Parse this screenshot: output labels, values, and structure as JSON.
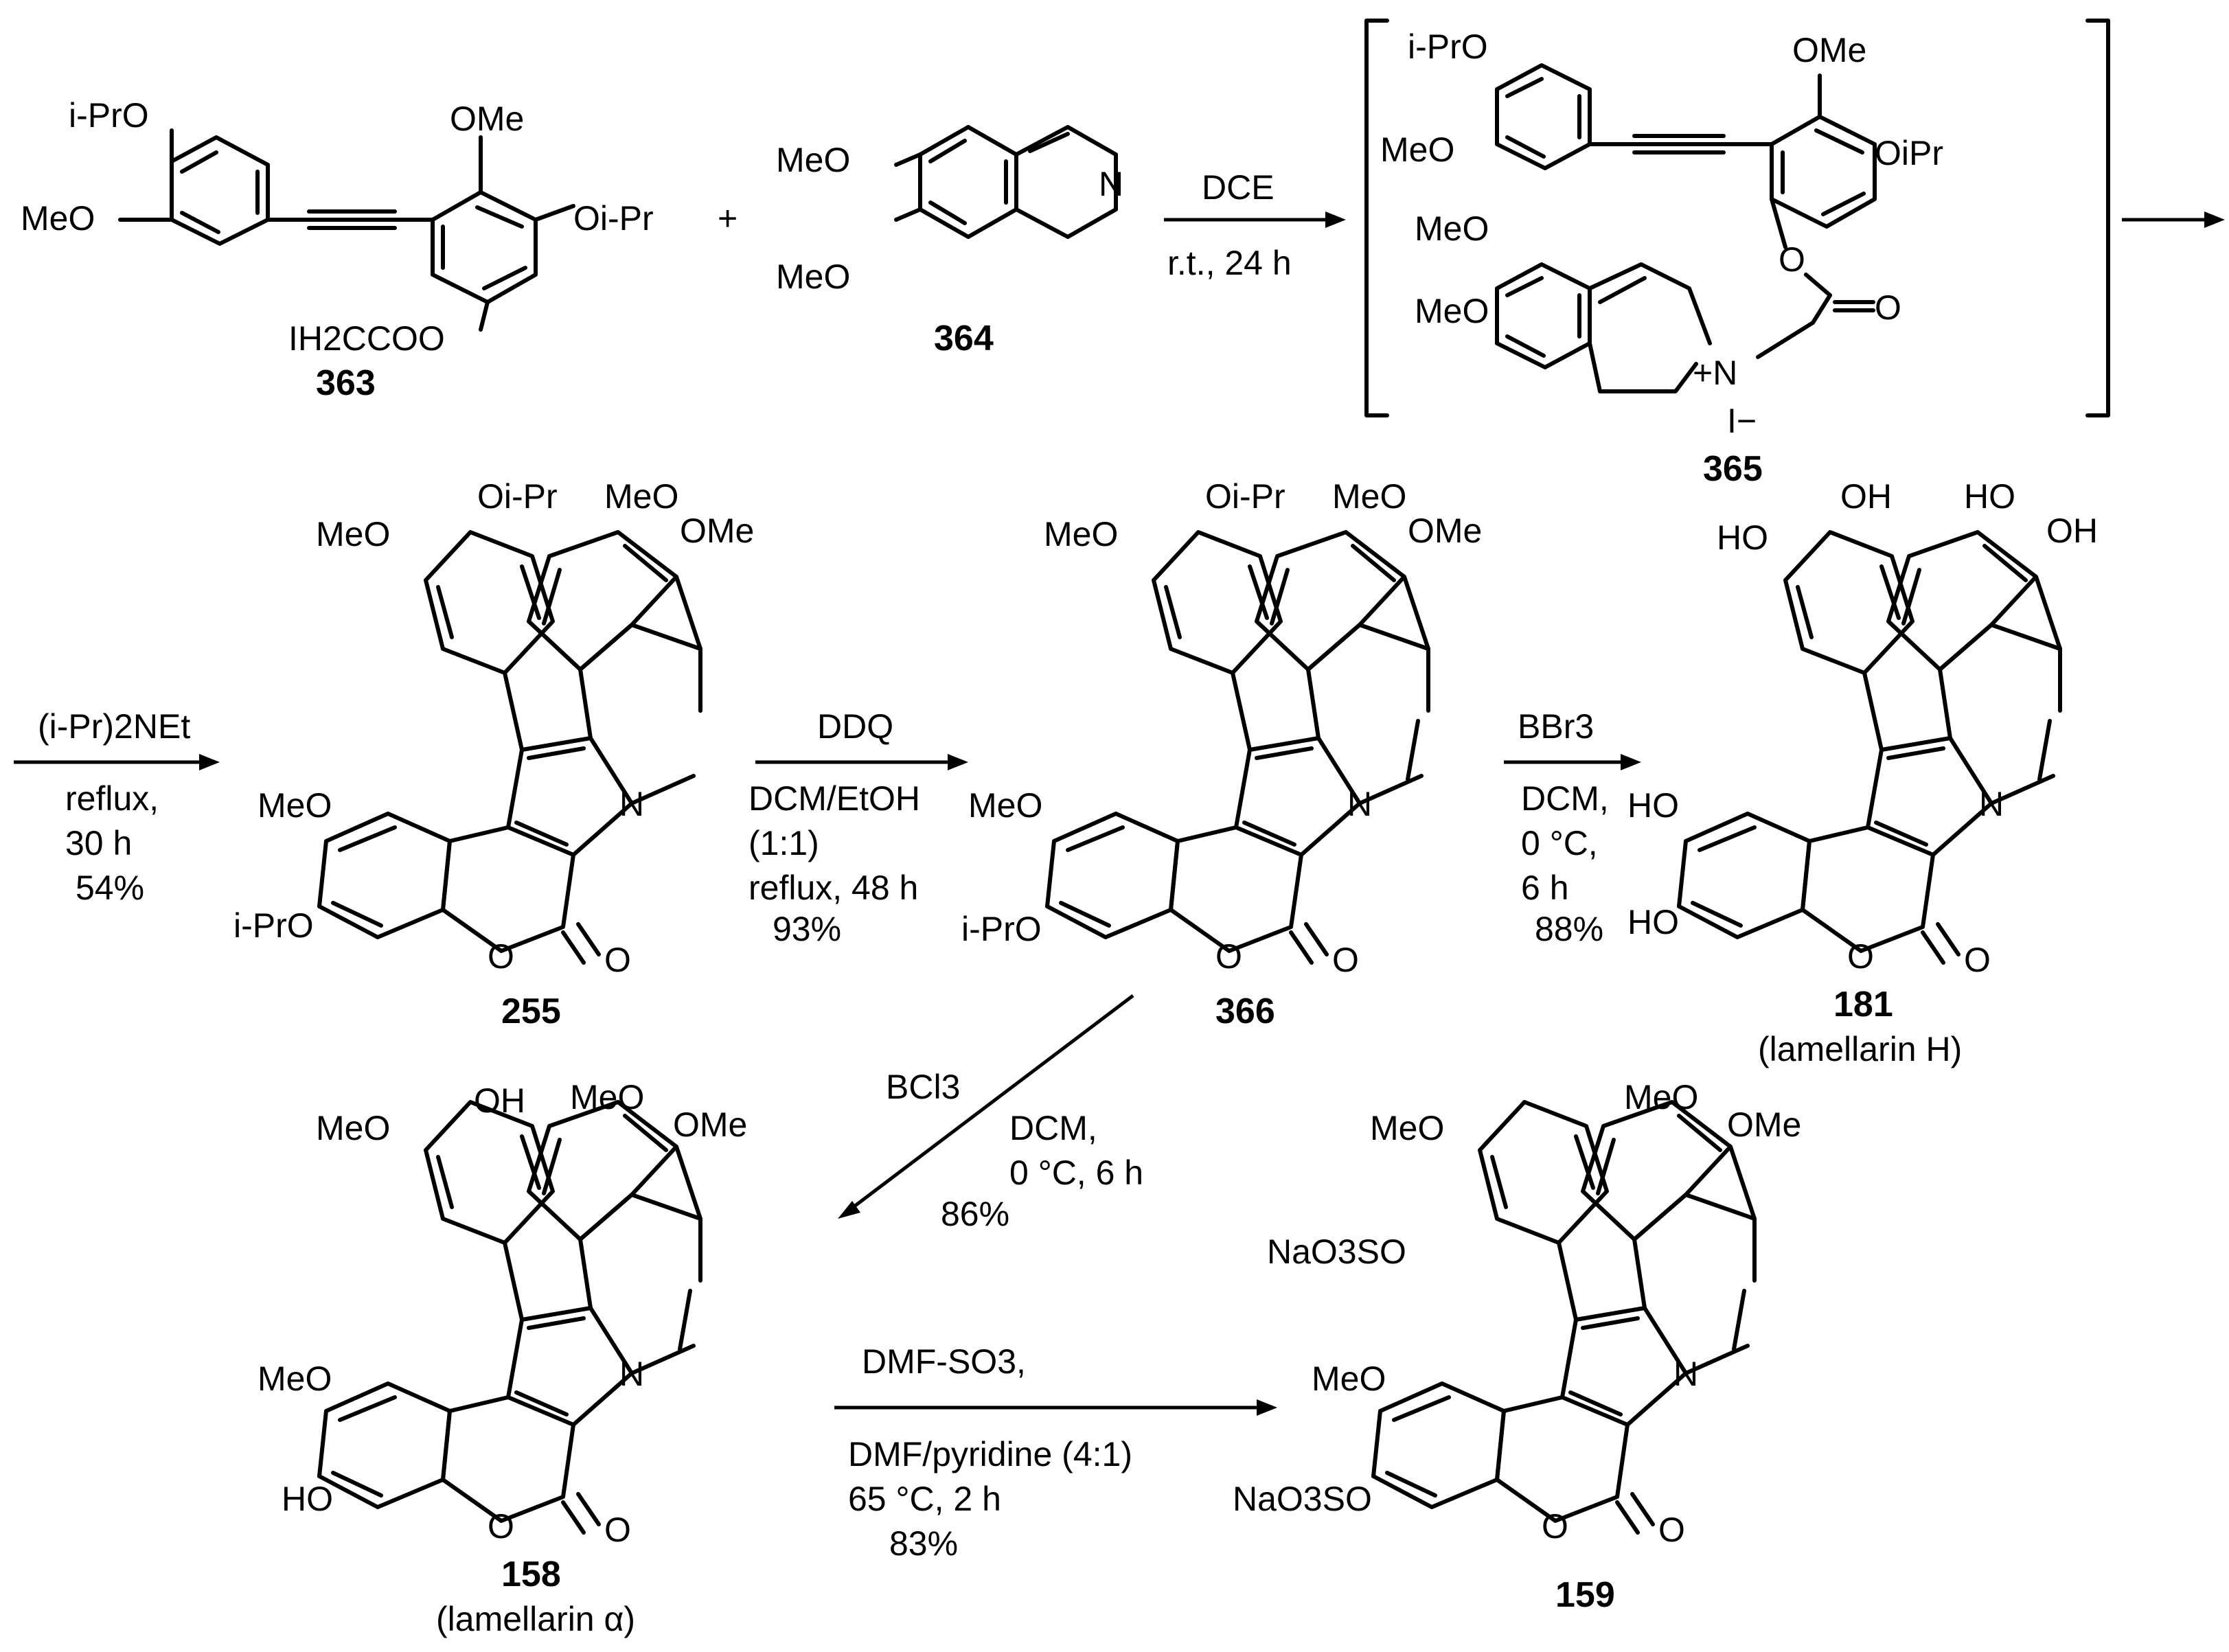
{
  "compounds": {
    "c363": {
      "number": "363",
      "groups": {
        "ipro": "i-PrO",
        "meo": "MeO",
        "ome": "OMe",
        "oipr": "Oi-Pr",
        "plus": "+",
        "ester": "IH2CCOO"
      }
    },
    "c364": {
      "number": "364",
      "groups": {
        "meo1": "MeO",
        "meo2": "MeO",
        "n": "N"
      }
    },
    "c365": {
      "number": "365",
      "groups": {
        "ipro": "i-PrO",
        "meo": "MeO",
        "ome": "OMe",
        "oipr": "OiPr",
        "meo2": "MeO",
        "meo3": "MeO",
        "o": "O",
        "o2": "O",
        "nplus": "+N",
        "iodide": "I−"
      }
    },
    "c255": {
      "number": "255",
      "groups": {
        "meo_top": "MeO",
        "oipr_top": "Oi-Pr",
        "meo_r": "MeO",
        "ome_r": "OMe",
        "meo_l": "MeO",
        "ipro_l": "i-PrO",
        "n": "N",
        "o_ring": "O",
        "o_co": "O"
      }
    },
    "c366": {
      "number": "366",
      "groups": {
        "meo_top": "MeO",
        "oipr_top": "Oi-Pr",
        "meo_r": "MeO",
        "ome_r": "OMe",
        "meo_l": "MeO",
        "ipro_l": "i-PrO",
        "n": "N",
        "o_ring": "O",
        "o_co": "O"
      }
    },
    "c181": {
      "number": "181",
      "name": "(lamellarin H)",
      "groups": {
        "ho_top": "HO",
        "oh_top": "OH",
        "ho_r": "HO",
        "oh_r": "OH",
        "ho_l1": "HO",
        "ho_l2": "HO",
        "n": "N",
        "o_ring": "O",
        "o_co": "O"
      }
    },
    "c158": {
      "number": "158",
      "name": "(lamellarin α)",
      "groups": {
        "meo_top": "MeO",
        "oh_top": "OH",
        "meo_r": "MeO",
        "ome_r": "OMe",
        "meo_l": "MeO",
        "ho_l": "HO",
        "n": "N",
        "o_ring": "O",
        "o_co": "O"
      }
    },
    "c159": {
      "number": "159",
      "groups": {
        "meo_top": "MeO",
        "naso_top": "NaO3SO",
        "meo_r": "MeO",
        "ome_r": "OMe",
        "meo_l": "MeO",
        "naso_l": "NaO3SO",
        "n": "N",
        "o_ring": "O",
        "o_co": "O"
      }
    }
  },
  "arrows": {
    "a1": {
      "above": "DCE",
      "below": "r.t., 24 h"
    },
    "a3": {
      "above": "(i-Pr)2NEt",
      "below": [
        "reflux,",
        "30 h",
        "54%"
      ]
    },
    "a4": {
      "above": "DDQ",
      "below": [
        "DCM/EtOH",
        "(1:1)",
        "reflux, 48 h",
        "93%"
      ]
    },
    "a5": {
      "above": "BBr3",
      "below": [
        "DCM,",
        "0 °C,",
        "6 h",
        "88%"
      ]
    },
    "a6": {
      "above": "BCl3",
      "below": [
        "DCM,",
        "0 °C, 6 h",
        "86%"
      ]
    },
    "a7": {
      "above": "DMF-SO3,",
      "below": [
        "DMF/pyridine (4:1)",
        "65 °C, 2 h",
        "83%"
      ]
    }
  }
}
